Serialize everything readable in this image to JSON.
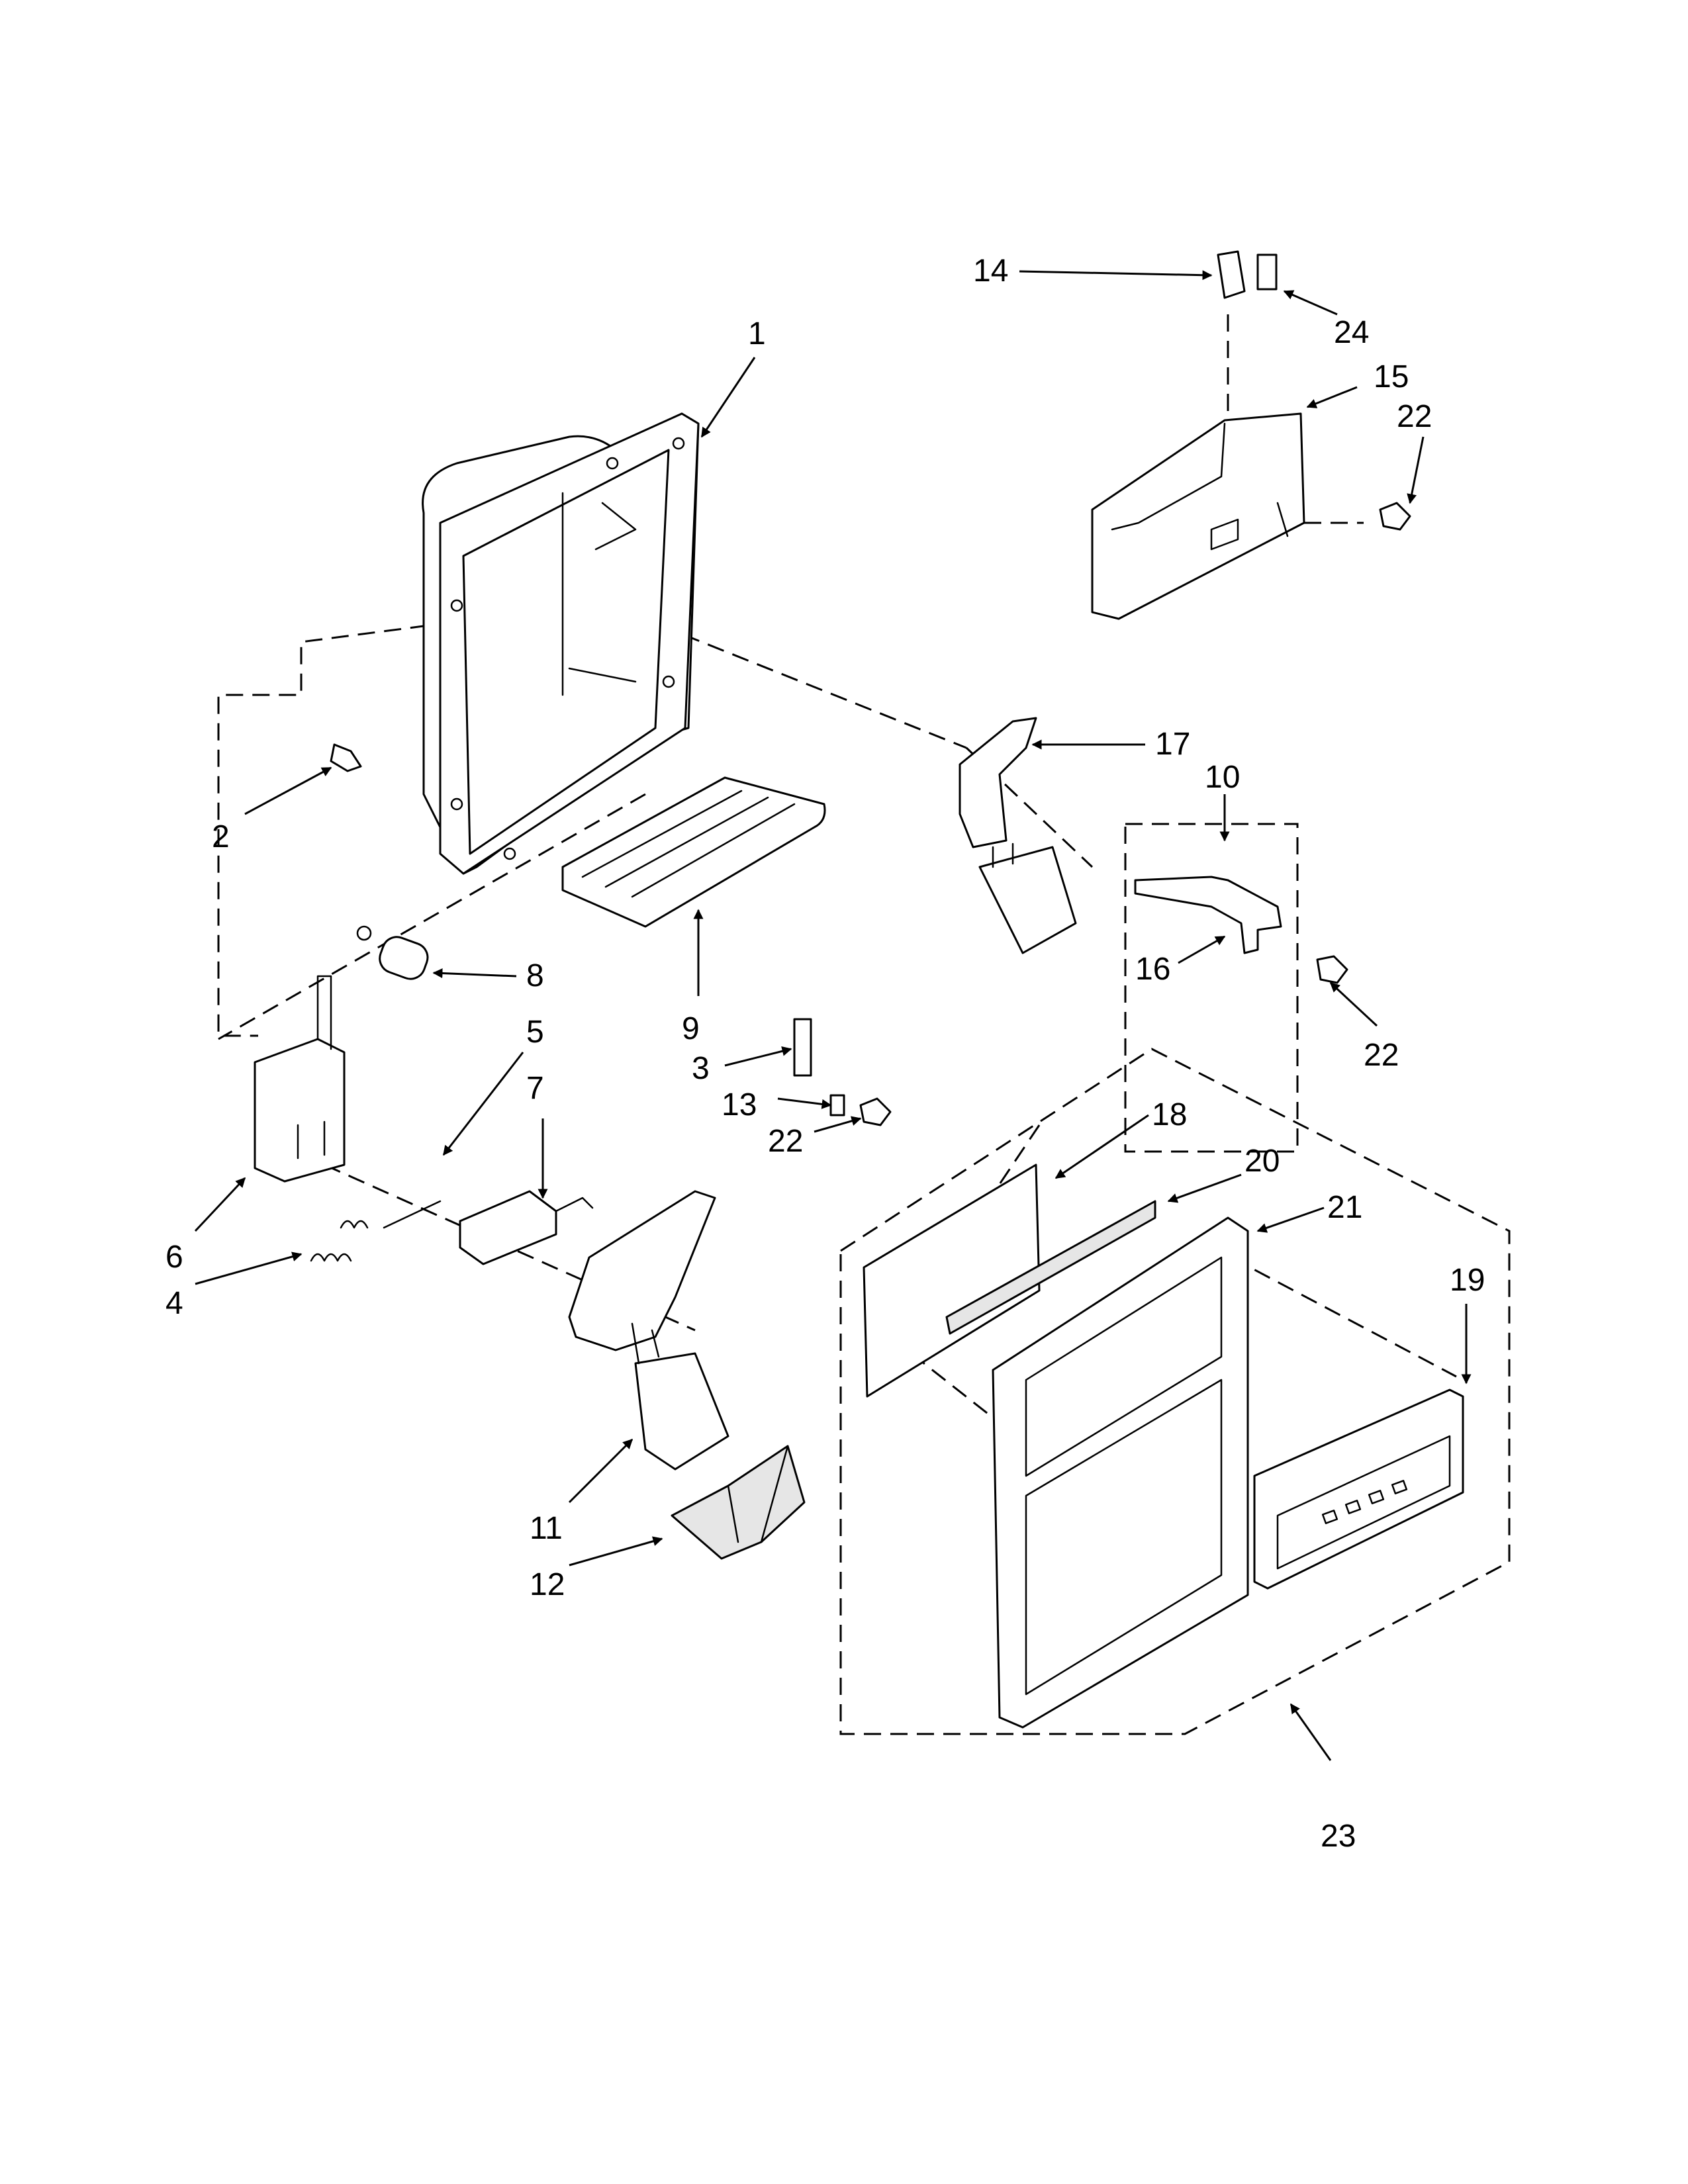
{
  "diagram": {
    "callouts": [
      {
        "id": "c1",
        "label": "1"
      },
      {
        "id": "c2",
        "label": "2"
      },
      {
        "id": "c3",
        "label": "3"
      },
      {
        "id": "c4",
        "label": "4"
      },
      {
        "id": "c5",
        "label": "5"
      },
      {
        "id": "c6",
        "label": "6"
      },
      {
        "id": "c7",
        "label": "7"
      },
      {
        "id": "c8",
        "label": "8"
      },
      {
        "id": "c9",
        "label": "9"
      },
      {
        "id": "c10",
        "label": "10"
      },
      {
        "id": "c11",
        "label": "11"
      },
      {
        "id": "c12",
        "label": "12"
      },
      {
        "id": "c13",
        "label": "13"
      },
      {
        "id": "c14",
        "label": "14"
      },
      {
        "id": "c15",
        "label": "15"
      },
      {
        "id": "c16",
        "label": "16"
      },
      {
        "id": "c17",
        "label": "17"
      },
      {
        "id": "c18",
        "label": "18"
      },
      {
        "id": "c19",
        "label": "19"
      },
      {
        "id": "c20",
        "label": "20"
      },
      {
        "id": "c21",
        "label": "21"
      },
      {
        "id": "c22a",
        "label": "22"
      },
      {
        "id": "c22b",
        "label": "22"
      },
      {
        "id": "c22c",
        "label": "22"
      },
      {
        "id": "c23",
        "label": "23"
      },
      {
        "id": "c24",
        "label": "24"
      }
    ]
  }
}
